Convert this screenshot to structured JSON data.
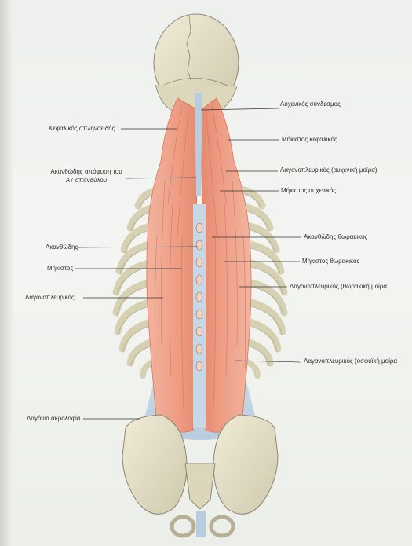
{
  "labels": {
    "cervical_ligament": "Αυχενικός σύνδεσμος",
    "splenius_capitis": "Κεφαλικός σπληνοειδής",
    "longissimus_capitis": "Μήκιστος κεφαλικός",
    "spinous_process_line1": "Ακανθώδης απόφυση του",
    "spinous_process_line2": "Α7 σπονδύλου",
    "iliocostalis_cervicis": "Λαγονοπλευρικός (αυχενική μοίρα)",
    "longissimus_cervicis": "Μήκιστος αυχενικός",
    "spinalis_thoracis": "Ακανθώδης θωρακικός",
    "spinalis": "Ακανθώδης",
    "longissimus": "Μήκιστος",
    "longissimus_thoracis": "Μήκιστος θωρακικός",
    "iliocostalis": "Λαγονοπλευρικός",
    "iliocostalis_thoracis": "Λαγονοπλευρικός (θωρακική μοίρα",
    "iliocostalis_lumborum": "Λαγονοπλευρικός (οσφυϊκή μοίρα",
    "iliac_crest": "Λαγόνια ακρολοφία"
  },
  "colors": {
    "muscle": "#ee9d84",
    "muscle_dark": "#d9745a",
    "bone": "#e6e1c6",
    "fascia": "#c6d8e6",
    "leader": "#333333"
  }
}
